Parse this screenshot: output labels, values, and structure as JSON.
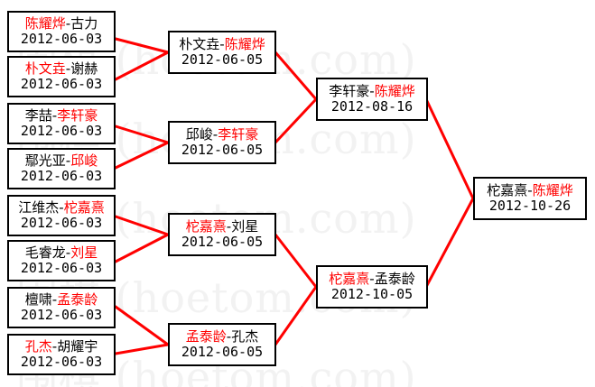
{
  "watermark": {
    "text": "围棋 (hoetom.com)",
    "color": "#f2f2f2",
    "rows": [
      "围棋 (hoetom.com)",
      "围棋 (hoetom.com)",
      "围棋 (hoetom.com)",
      "围棋 (hoetom.com)",
      "围棋 (hoetom.com)"
    ]
  },
  "style": {
    "winner_color": "#ff0000",
    "loser_color": "#000000",
    "line_color": "#ff0000",
    "border_color": "#000000",
    "background": "#ffffff"
  },
  "bracket": {
    "round1": [
      {
        "left": "陈耀烨",
        "right": "古力",
        "winner": "left",
        "date": "2012-06-03"
      },
      {
        "left": "朴文垚",
        "right": "谢赫",
        "winner": "left",
        "date": "2012-06-03"
      },
      {
        "left": "李喆",
        "right": "李轩豪",
        "winner": "right",
        "date": "2012-06-03"
      },
      {
        "left": "鄢光亚",
        "right": "邱峻",
        "winner": "right",
        "date": "2012-06-03"
      },
      {
        "left": "江维杰",
        "right": "柁嘉熹",
        "winner": "right",
        "date": "2012-06-03"
      },
      {
        "left": "毛睿龙",
        "right": "刘星",
        "winner": "right",
        "date": "2012-06-03"
      },
      {
        "left": "檀啸",
        "right": "孟泰龄",
        "winner": "right",
        "date": "2012-06-03"
      },
      {
        "left": "孔杰",
        "right": "胡耀宇",
        "winner": "left",
        "date": "2012-06-03"
      }
    ],
    "round2": [
      {
        "left": "朴文垚",
        "right": "陈耀烨",
        "winner": "right",
        "date": "2012-06-05"
      },
      {
        "left": "邱峻",
        "right": "李轩豪",
        "winner": "right",
        "date": "2012-06-05"
      },
      {
        "left": "柁嘉熹",
        "right": "刘星",
        "winner": "left",
        "date": "2012-06-05"
      },
      {
        "left": "孟泰龄",
        "right": "孔杰",
        "winner": "left",
        "date": "2012-06-05"
      }
    ],
    "round3": [
      {
        "left": "李轩豪",
        "right": "陈耀烨",
        "winner": "right",
        "date": "2012-08-16"
      },
      {
        "left": "柁嘉熹",
        "right": "孟泰龄",
        "winner": "left",
        "date": "2012-10-05"
      }
    ],
    "final": [
      {
        "left": "柁嘉熹",
        "right": "陈耀烨",
        "winner": "right",
        "date": "2012-10-26"
      }
    ]
  }
}
